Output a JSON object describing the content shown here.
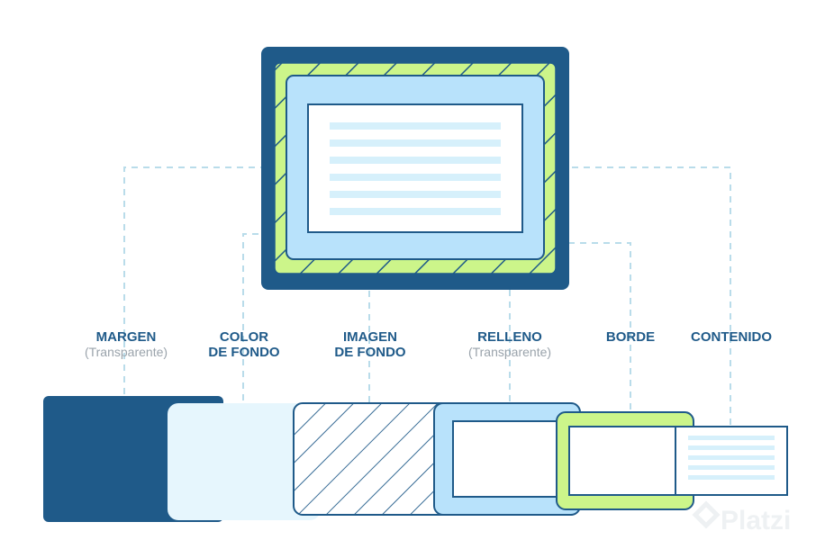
{
  "labels": {
    "margen": {
      "title": "MARGEN",
      "sub": "(Transparente)"
    },
    "color_fondo": {
      "line1": "COLOR",
      "line2": "DE FONDO"
    },
    "imagen_fondo": {
      "line1": "IMAGEN",
      "line2": "DE FONDO"
    },
    "relleno": {
      "title": "RELLENO",
      "sub": "(Transparente)"
    },
    "borde": {
      "title": "BORDE"
    },
    "contenido": {
      "title": "CONTENIDO"
    }
  },
  "watermark": {
    "text": "Platzi"
  },
  "colors": {
    "margin_dark": "#1f5a89",
    "border_green": "#ccf58a",
    "padding_blue": "#b8e2fb",
    "bg_light": "#e6f6fd",
    "content_white": "#ffffff",
    "text_lines": "#d6f0fb",
    "connector": "#b9dcea",
    "label_text": "#1f5a89",
    "sub_text": "#9aa3ab"
  }
}
